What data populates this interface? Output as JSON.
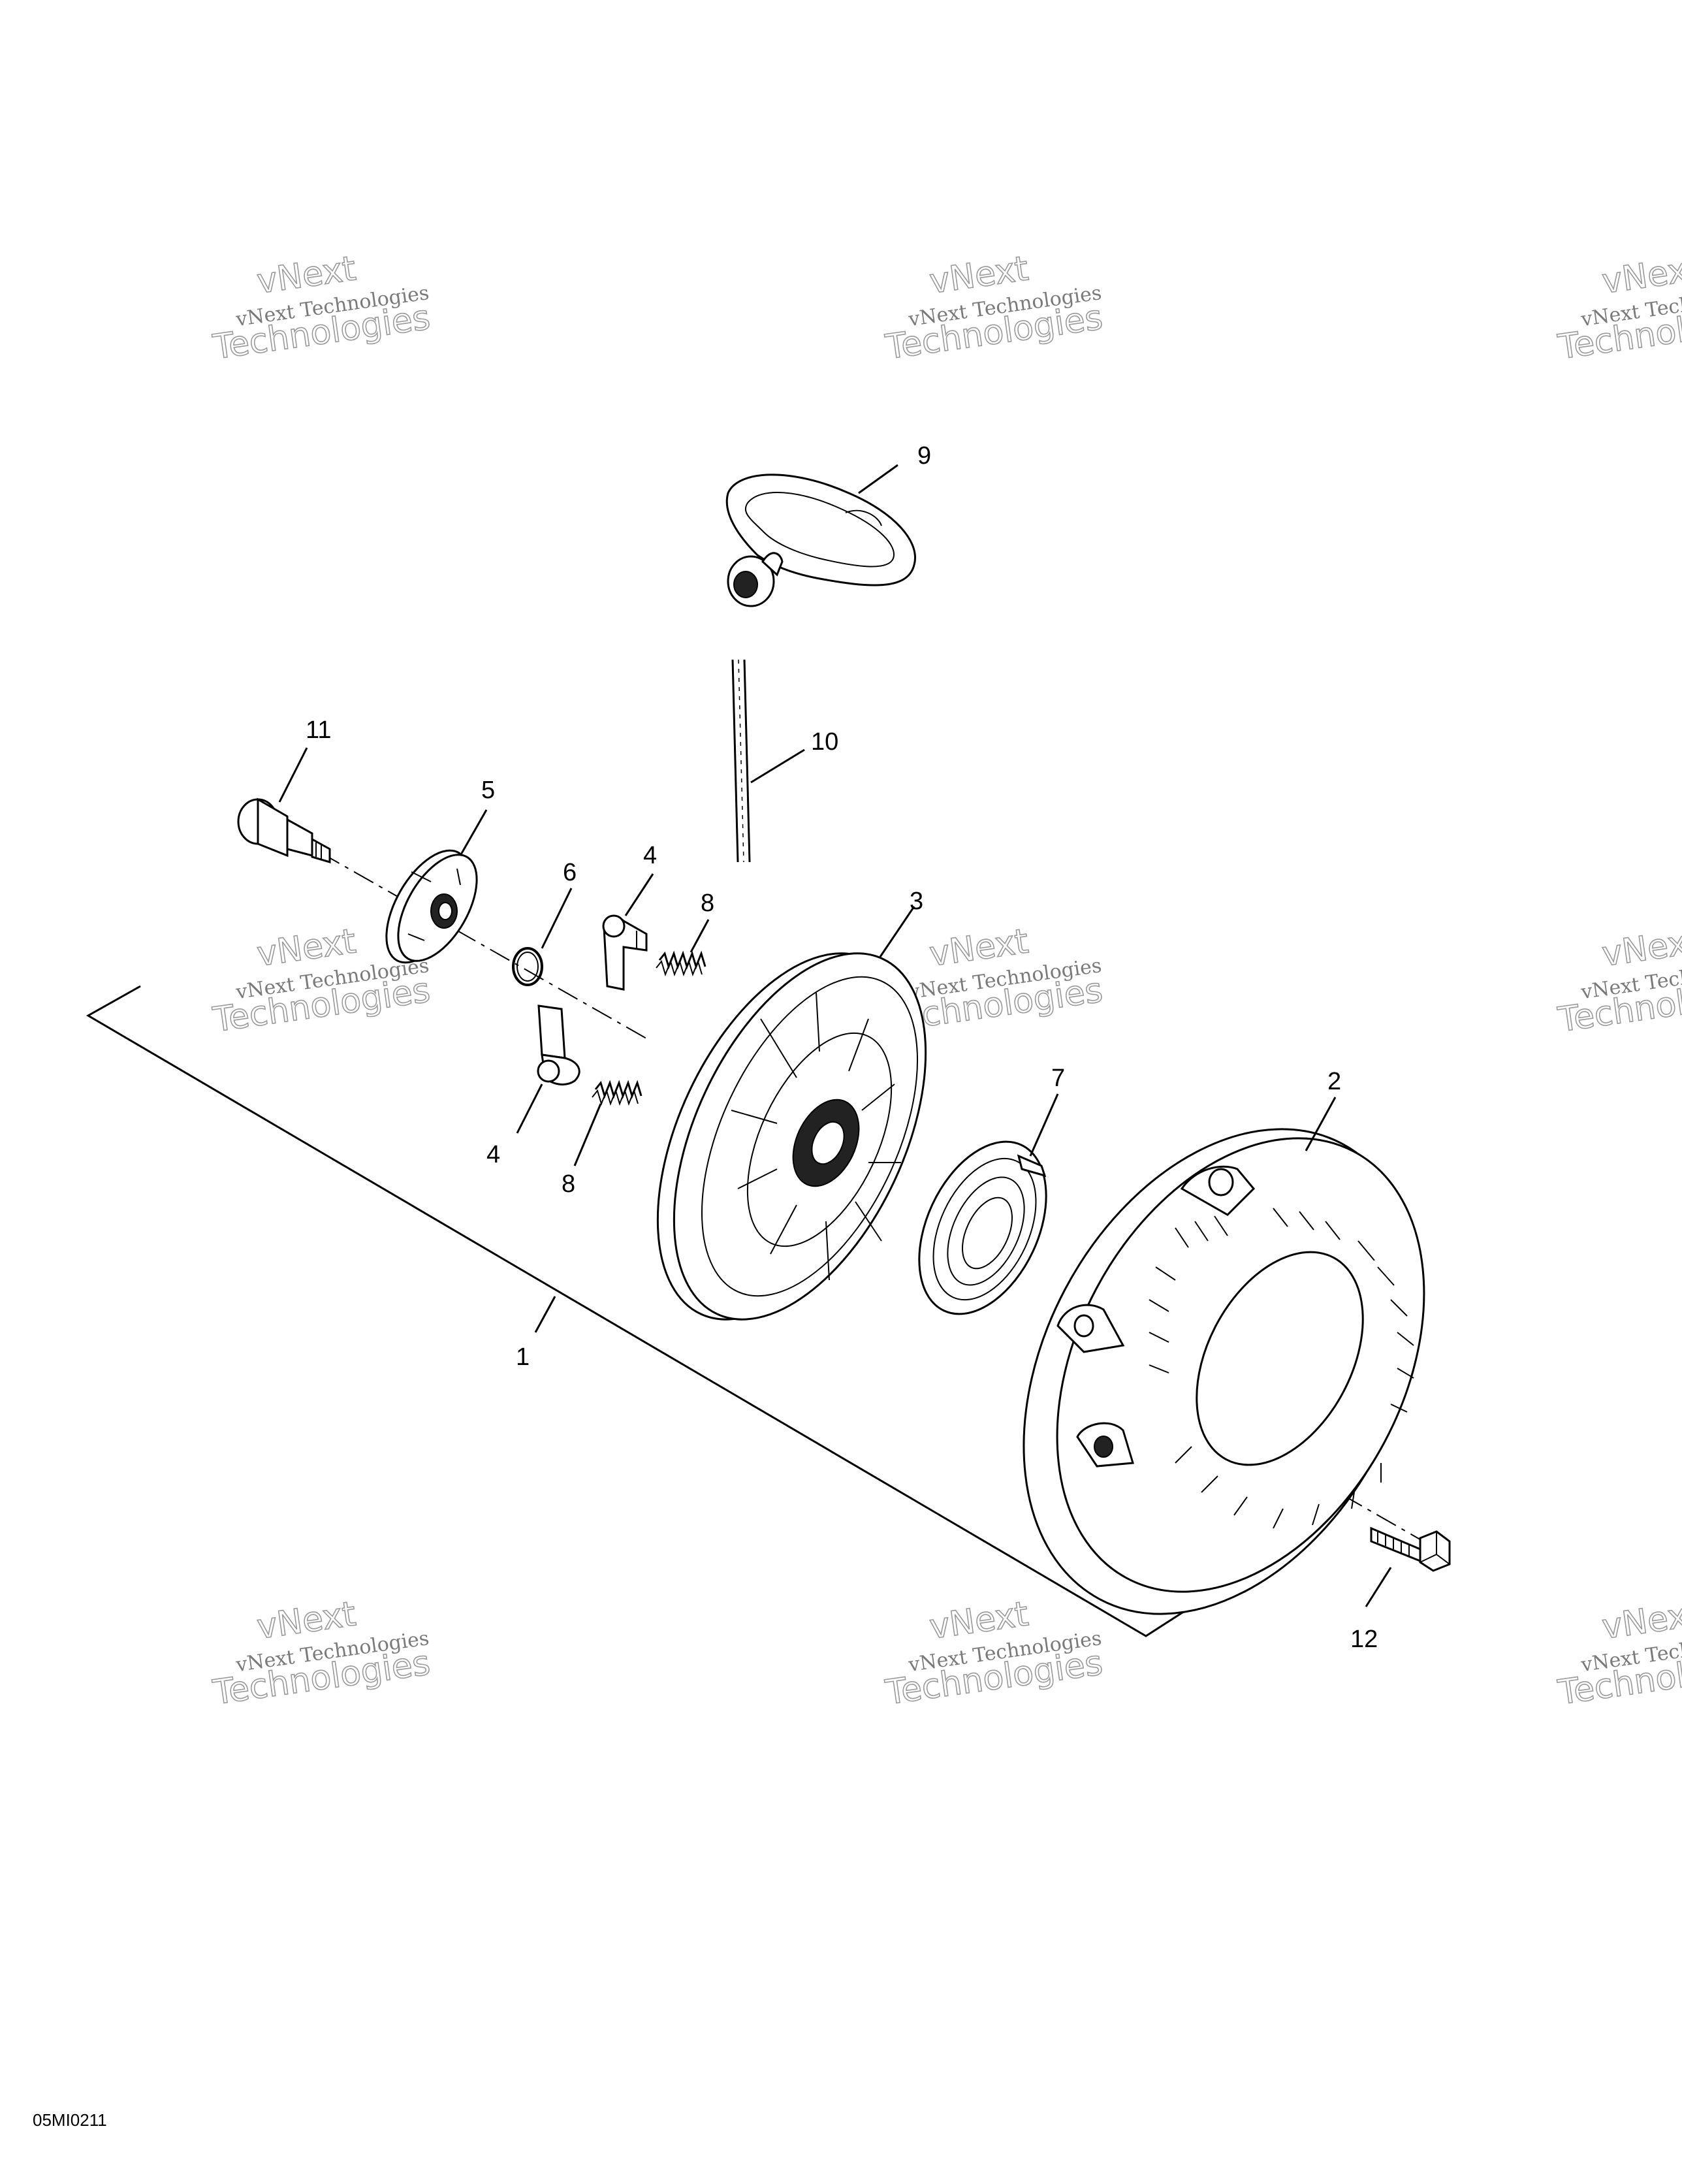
{
  "diagram_code": "05MI0211",
  "watermark": {
    "line1": "vNext",
    "line2": "Technologies",
    "small": "vNext Technologies"
  },
  "callouts": [
    {
      "id": "1",
      "label": "1"
    },
    {
      "id": "2",
      "label": "2"
    },
    {
      "id": "3",
      "label": "3"
    },
    {
      "id": "4a",
      "label": "4"
    },
    {
      "id": "4b",
      "label": "4"
    },
    {
      "id": "5",
      "label": "5"
    },
    {
      "id": "6",
      "label": "6"
    },
    {
      "id": "7",
      "label": "7"
    },
    {
      "id": "8a",
      "label": "8"
    },
    {
      "id": "8b",
      "label": "8"
    },
    {
      "id": "9",
      "label": "9"
    },
    {
      "id": "10",
      "label": "10"
    },
    {
      "id": "11",
      "label": "11"
    },
    {
      "id": "12",
      "label": "12"
    }
  ]
}
